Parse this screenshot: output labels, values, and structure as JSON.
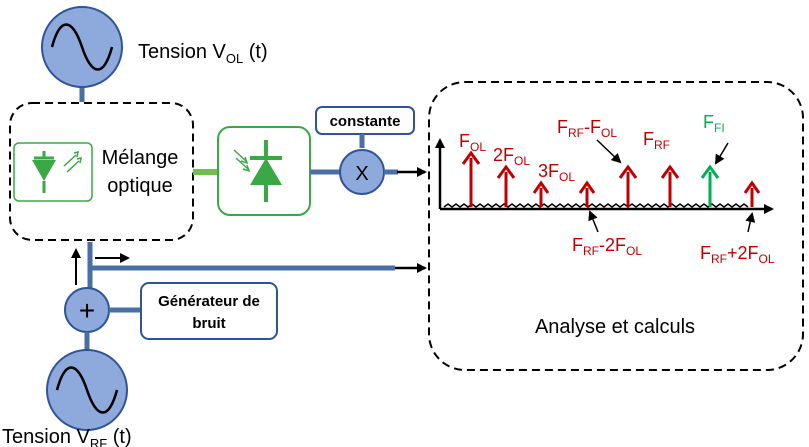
{
  "labels": {
    "tension_ol": "Tension V",
    "tension_ol_sub": "OL",
    "tension_ol_suffix": " (t)",
    "tension_rf": "Tension V",
    "tension_rf_sub": "RF",
    "tension_rf_suffix": " (t)",
    "melange_line1": "Mélange",
    "melange_line2": "optique",
    "constante": "constante",
    "multiplier": "X",
    "adder": "+",
    "generateur_line1": "Générateur de",
    "generateur_line2": "bruit",
    "analyse": "Analyse et calculs"
  },
  "spectrum": {
    "peaks": [
      {
        "main": "F",
        "sub": "OL",
        "color": "#c00000"
      },
      {
        "main": "2F",
        "sub": "OL",
        "color": "#c00000"
      },
      {
        "main": "3F",
        "sub": "OL",
        "color": "#c00000"
      },
      {
        "main": "F",
        "sub": "RF",
        "main2": "-F",
        "sub2": "OL",
        "color": "#c00000"
      },
      {
        "main": "F",
        "sub": "RF",
        "color": "#c00000"
      },
      {
        "main": "F",
        "sub": "FI",
        "color": "#00b050"
      },
      {
        "main": "F",
        "sub": "RF",
        "main2": "-2F",
        "sub2": "OL",
        "color": "#c00000"
      },
      {
        "main": "F",
        "sub": "RF",
        "main2": "+2F",
        "sub2": "OL",
        "color": "#c00000"
      }
    ]
  },
  "colors": {
    "component_fill": "#8ea9db",
    "component_stroke": "#2f5597",
    "wire": "#4a6fa5",
    "photodiode_green": "#3aa845",
    "peak_red": "#c00000",
    "peak_green": "#00b050"
  }
}
